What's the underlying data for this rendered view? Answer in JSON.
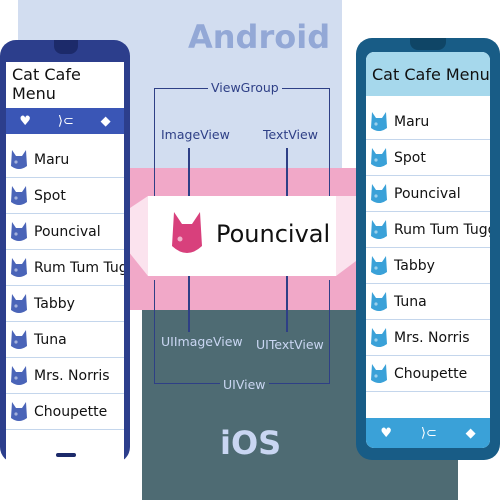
{
  "platforms": {
    "android": "Android",
    "ios": "iOS"
  },
  "diagram": {
    "android_container": "ViewGroup",
    "android_image": "ImageView",
    "android_text": "TextView",
    "ios_image": "UIImageView",
    "ios_text": "UITextView",
    "ios_container": "UIView",
    "example_name": "Pouncival"
  },
  "app": {
    "title": "Cat Cafe Menu",
    "tabs": [
      {
        "icon": "heart-icon",
        "glyph": "♥"
      },
      {
        "icon": "fish-icon",
        "glyph": "⟩⊂"
      },
      {
        "icon": "cat-icon",
        "glyph": "◆"
      }
    ],
    "cats": [
      "Maru",
      "Spot",
      "Pouncival",
      "Rum Tum Tugger",
      "Tabby",
      "Tuna",
      "Mrs. Norris",
      "Choupette"
    ]
  },
  "colors": {
    "android_phone": "#2c3e8c",
    "android_tab": "#3a56b6",
    "android_cat": "#4a64b8",
    "ios_phone": "#185c86",
    "ios_header": "#a6d8ec",
    "ios_tab": "#3aa1d8",
    "ios_cat": "#3aa1d8",
    "pouncival_cat": "#d8407c"
  }
}
